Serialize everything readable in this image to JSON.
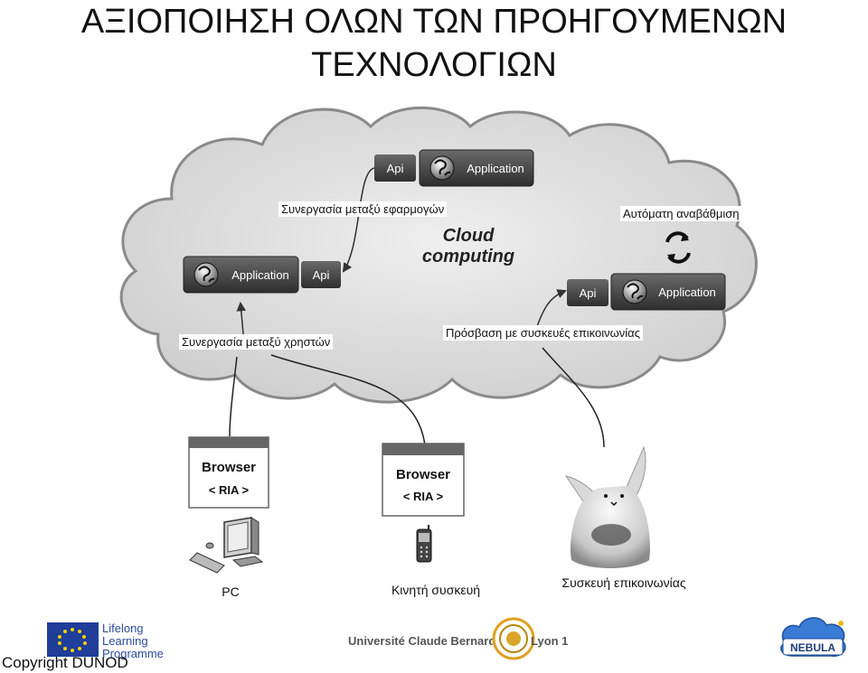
{
  "title": {
    "line1": "ΑΞΙΟΠΟΙΗΣΗ ΟΛΩΝ ΤΩΝ ΠΡΟΗΓΟΥΜΕΝΩΝ",
    "line2": "ΤΕΧΝΟΛΟΓΙΩΝ"
  },
  "cloud_label": {
    "line1": "Cloud",
    "line2": "computing"
  },
  "apps": {
    "top": {
      "api": "Api",
      "app": "Application"
    },
    "left": {
      "api": "Api",
      "app": "Application"
    },
    "right": {
      "api": "Api",
      "app": "Application"
    }
  },
  "labels": {
    "app_collab": "Συνεργασία μεταξύ εφαρμογών",
    "auto_update": "Αυτόματη αναβάθμιση",
    "user_collab": "Συνεργασία μεταξύ χρηστών",
    "device_access": "Πρόσβαση με συσκευές επικοινωνίας"
  },
  "browsers": {
    "pc": {
      "title": "Browser",
      "ria": "< RIA >"
    },
    "mobile": {
      "title": "Browser",
      "ria": "< RIA >"
    }
  },
  "devices": {
    "pc": "PC",
    "mobile": "Κινητή συσκευή",
    "comm": "Συσκευή επικοινωνίας"
  },
  "footer": {
    "copyright": "Copyright DUNOD",
    "llp": [
      "Lifelong",
      "Learning",
      "Programme"
    ],
    "univ_left": "Université Claude Bernard",
    "univ_right": "Lyon 1",
    "nebula": "NEBULA"
  }
}
